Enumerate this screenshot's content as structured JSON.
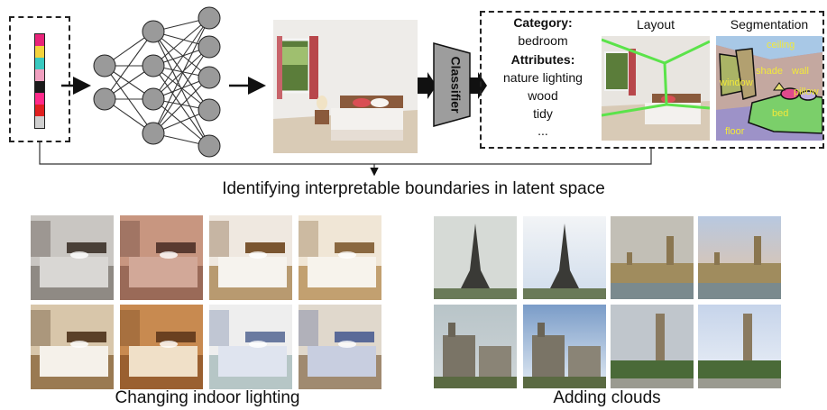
{
  "classifier_label": "Classifier",
  "category_heading": "Category:",
  "category_value": "bedroom",
  "attributes_heading": "Attributes:",
  "attributes": [
    "nature lighting",
    "wood",
    "tidy",
    "..."
  ],
  "layout_label": "Layout",
  "segmentation_label": "Segmentation",
  "segmentation_classes": [
    "ceiling",
    "shade",
    "wall",
    "window",
    "pillow",
    "bed",
    "floor"
  ],
  "main_caption": "Identifying interpretable boundaries in latent space",
  "left_caption": "Changing indoor lighting",
  "right_caption": "Adding clouds",
  "colors": {
    "latent_cells": [
      "#e8247a",
      "#f4d33c",
      "#39c9c0",
      "#f0a0c0",
      "#1a1a1a",
      "#ff2a8a",
      "#e02020",
      "#cfcfcf"
    ],
    "node_fill": "#9a9a9a",
    "layout_lines": "#5be34a",
    "segmentation_text": "#f2e93a"
  }
}
